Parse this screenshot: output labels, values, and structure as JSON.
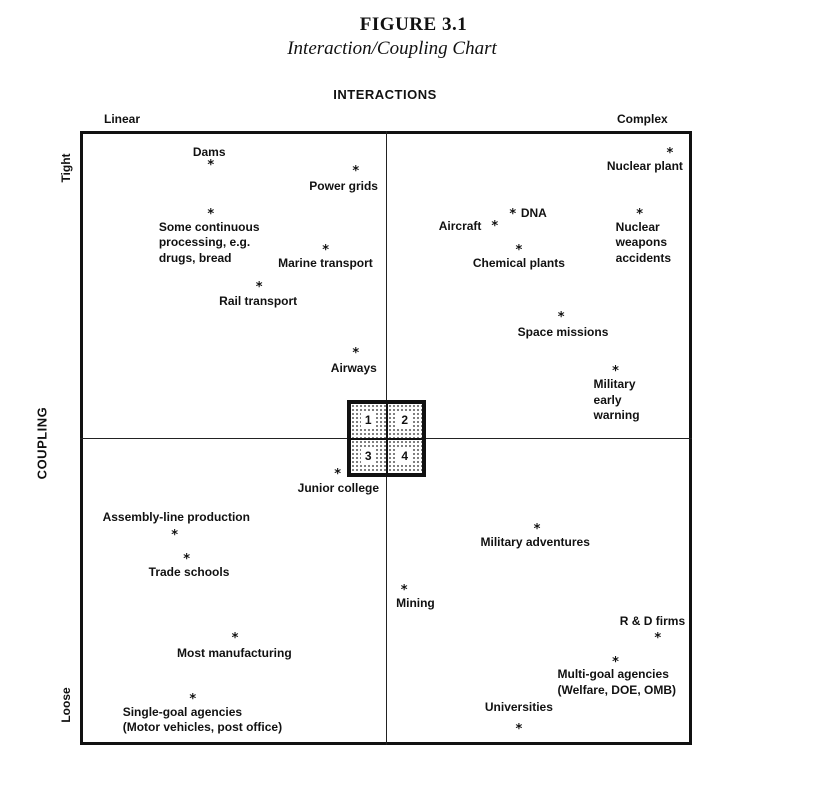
{
  "figure": {
    "number": "FIGURE 3.1",
    "subtitle": "Interaction/Coupling Chart"
  },
  "chart_data": {
    "type": "scatter",
    "x_axis": {
      "title": "INTERACTIONS",
      "min_label": "Linear",
      "max_label": "Complex"
    },
    "y_axis": {
      "title": "COUPLING",
      "max_label": "Tight",
      "min_label": "Loose"
    },
    "xlim": [
      0,
      100
    ],
    "ylim": [
      0,
      100
    ],
    "quadrants": [
      "1",
      "2",
      "3",
      "4"
    ],
    "points": [
      {
        "label": "Dams",
        "x": 21,
        "y": 95
      },
      {
        "label": "Power grids",
        "x": 45,
        "y": 94
      },
      {
        "label": "Some continuous\nprocessing, e.g.\ndrugs, bread",
        "x": 21,
        "y": 87
      },
      {
        "label": "Marine transport",
        "x": 40,
        "y": 81
      },
      {
        "label": "Rail transport",
        "x": 29,
        "y": 75
      },
      {
        "label": "Airways",
        "x": 45,
        "y": 64
      },
      {
        "label": "Nuclear plant",
        "x": 97,
        "y": 97
      },
      {
        "label": "DNA",
        "x": 71,
        "y": 87
      },
      {
        "label": "Aircraft",
        "x": 68,
        "y": 85
      },
      {
        "label": "Nuclear\nweapons\naccidents",
        "x": 92,
        "y": 87
      },
      {
        "label": "Chemical plants",
        "x": 72,
        "y": 81
      },
      {
        "label": "Space missions",
        "x": 79,
        "y": 70
      },
      {
        "label": "Military\nearly\nwarning",
        "x": 88,
        "y": 61
      },
      {
        "label": "Junior college",
        "x": 42,
        "y": 44
      },
      {
        "label": "Assembly-line production",
        "x": 15,
        "y": 34
      },
      {
        "label": "Military adventures",
        "x": 75,
        "y": 35
      },
      {
        "label": "Trade schools",
        "x": 17,
        "y": 30
      },
      {
        "label": "Mining",
        "x": 53,
        "y": 25
      },
      {
        "label": "R & D firms",
        "x": 95,
        "y": 17
      },
      {
        "label": "Most manufacturing",
        "x": 25,
        "y": 17
      },
      {
        "label": "Multi-goal agencies\n(Welfare, DOE, OMB)",
        "x": 88,
        "y": 13
      },
      {
        "label": "Single-goal agencies\n(Motor vehicles, post office)",
        "x": 18,
        "y": 7
      },
      {
        "label": "Universities",
        "x": 72,
        "y": 2
      }
    ]
  }
}
